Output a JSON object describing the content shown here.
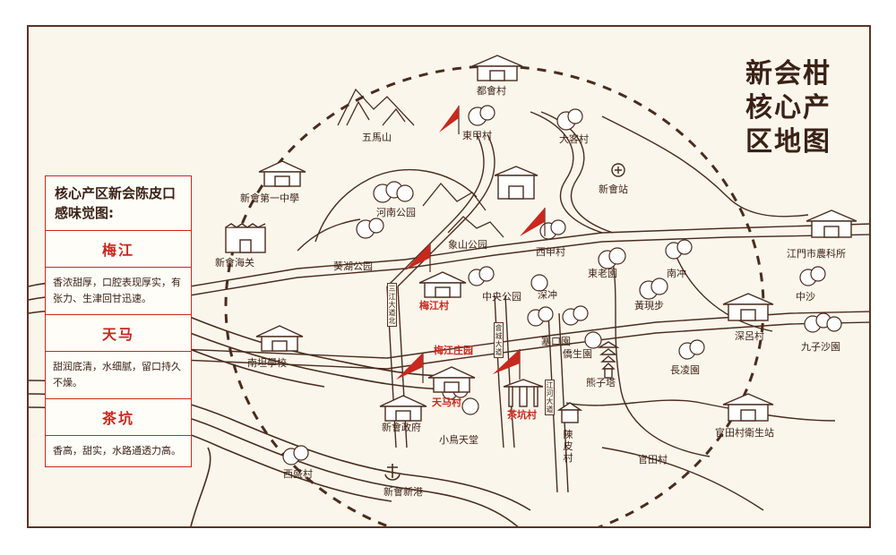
{
  "title": "新会柑核心产区地图",
  "legend": {
    "heading": "核心产区新会陈皮口感味觉图:",
    "items": [
      {
        "name": "梅江",
        "desc": "香浓甜厚，口腔表现厚实，有张力、生津回甘迅速。"
      },
      {
        "name": "天马",
        "desc": "甜润底清，水细腻，留口持久不燥。"
      },
      {
        "name": "茶坑",
        "desc": "香高，甜实，水路通透力高。"
      }
    ]
  },
  "places": {
    "duhui": "都會村",
    "wuma": "五馬山",
    "dongjia": "東甲村",
    "dake": "大客村",
    "xinhui_station": "新會站",
    "first_middle": "新會第一中學",
    "henan_park": "河南公园",
    "xiangshan_park": "象山公园",
    "xijia": "西甲村",
    "jiangmen_agri": "江門市農科所",
    "haiguan": "新會海关",
    "kuihu_park": "葵湖公园",
    "donglao": "東老園",
    "nanchong": "南冲",
    "meijiang": "梅江村",
    "zhongyang_park": "中央公园",
    "shenchong": "深冲",
    "huangmeibu": "黃現步",
    "zhongsha": "中沙",
    "nantan_school": "南坦學校",
    "meijiang_garden": "梅江庄园",
    "saikou": "塞口園",
    "shenlv": "深呂村",
    "jiuzisha": "九子沙園",
    "qiaoshengyuan": "僑生園",
    "changling": "長凌園",
    "xiongziti": "熊子塔",
    "tianma": "天马村",
    "chakeng": "茶坑村",
    "government": "新會政府",
    "xiaoniao": "小鳥天堂",
    "chenpi": "陳皮村",
    "guantian_health": "官田村衛生站",
    "guantian": "官田村",
    "xisheng": "西盛村",
    "xinhui_port": "新會新港",
    "road_sanjiang": "三江大道北",
    "road_huicheng": "會城大道",
    "road_jianghe": "江河大道"
  },
  "colors": {
    "ink": "#4a2c1d",
    "accent_red": "#c8281e",
    "paper": "#fbf6ec",
    "tree_fill": "#ffffff"
  }
}
